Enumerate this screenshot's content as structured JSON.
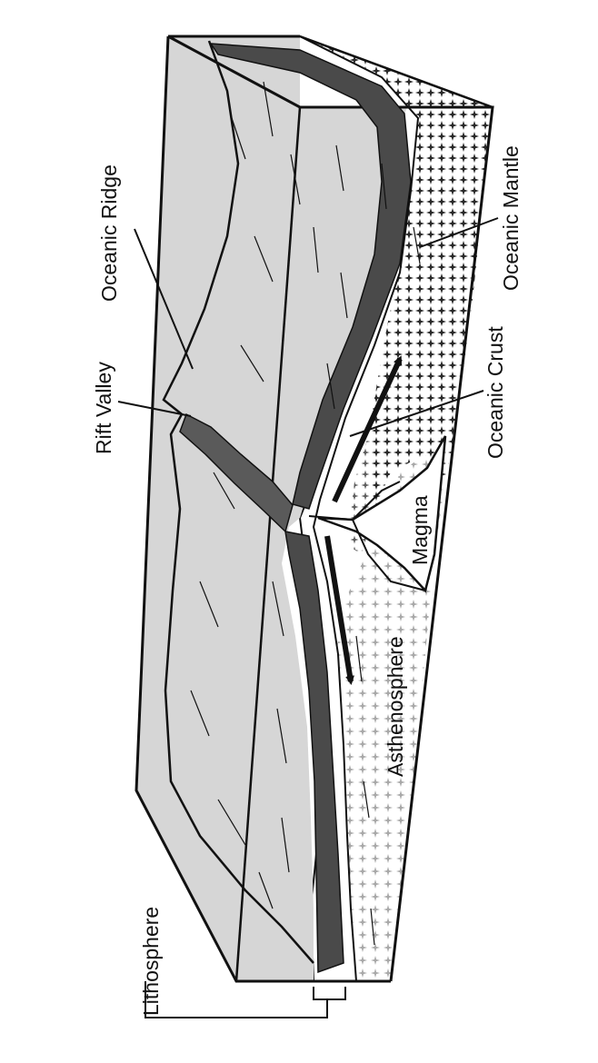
{
  "labels": {
    "oceanic_ridge": "Oceanic Ridge",
    "rift_valley": "Rift Valley",
    "oceanic_mantle": "Oceanic Mantle",
    "oceanic_crust": "Oceanic Crust",
    "magma": "Magma",
    "asthenosphere": "Asthenosphere",
    "lithosphere": "Lithosphere"
  },
  "colors": {
    "lithosphere_fill": "#d6d6d6",
    "crust_fill": "#4a4a4a",
    "outline": "#111111",
    "mantle_dots": "#2a2a2a",
    "asthenosphere_dots": "#9c9c9c",
    "background": "#ffffff"
  }
}
